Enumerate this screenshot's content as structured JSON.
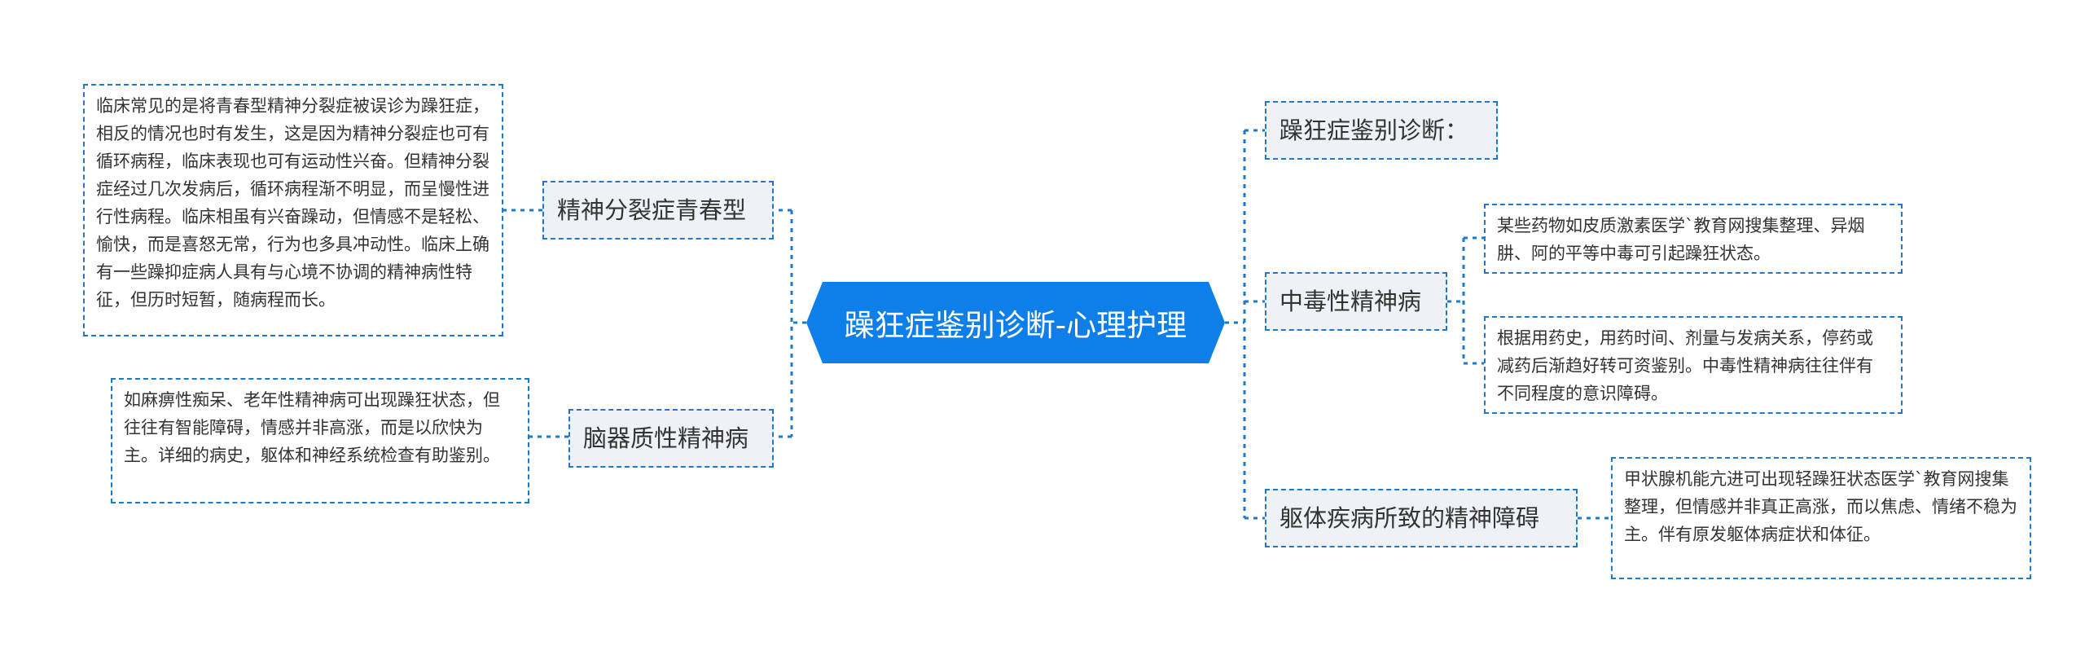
{
  "center": {
    "label": "躁狂症鉴别诊断-心理护理",
    "color": "#0e7ee8"
  },
  "left": [
    {
      "label": "精神分裂症青春型",
      "note": "临床常见的是将青春型精神分裂症被误诊为躁狂症，相反的情况也时有发生，这是因为精神分裂症也可有循环病程，临床表现也可有运动性兴奋。但精神分裂症经过几次发病后，循环病程渐不明显，而呈慢性进行性病程。临床相虽有兴奋躁动，但情感不是轻松、愉快，而是喜怒无常，行为也多具冲动性。临床上确有一些躁抑症病人具有与心境不协调的精神病性特征，但历时短暂，随病程而长。"
    },
    {
      "label": "脑器质性精神病",
      "note": "如麻痹性痴呆、老年性精神病可出现躁狂状态，但往往有智能障碍，情感并非高涨，而是以欣快为主。详细的病史，躯体和神经系统检查有助鉴别。"
    }
  ],
  "right": [
    {
      "label": "躁狂症鉴别诊断："
    },
    {
      "label": "中毒性精神病",
      "notes": [
        "某些药物如皮质激素医学`教育网搜集整理、异烟肼、阿的平等中毒可引起躁狂状态。",
        "根据用药史，用药时间、剂量与发病关系，停药或减药后渐趋好转可资鉴别。中毒性精神病往往伴有不同程度的意识障碍。"
      ]
    },
    {
      "label": "躯体疾病所致的精神障碍",
      "note": "甲状腺机能亢进可出现轻躁狂状态医学`教育网搜集整理，但情感并非真正高涨，而以焦虑、情绪不稳为主。伴有原发躯体病症状和体征。"
    }
  ],
  "colors": {
    "line": "#1f78c8",
    "topic_bg": "#eef2f6",
    "text": "#333333"
  }
}
